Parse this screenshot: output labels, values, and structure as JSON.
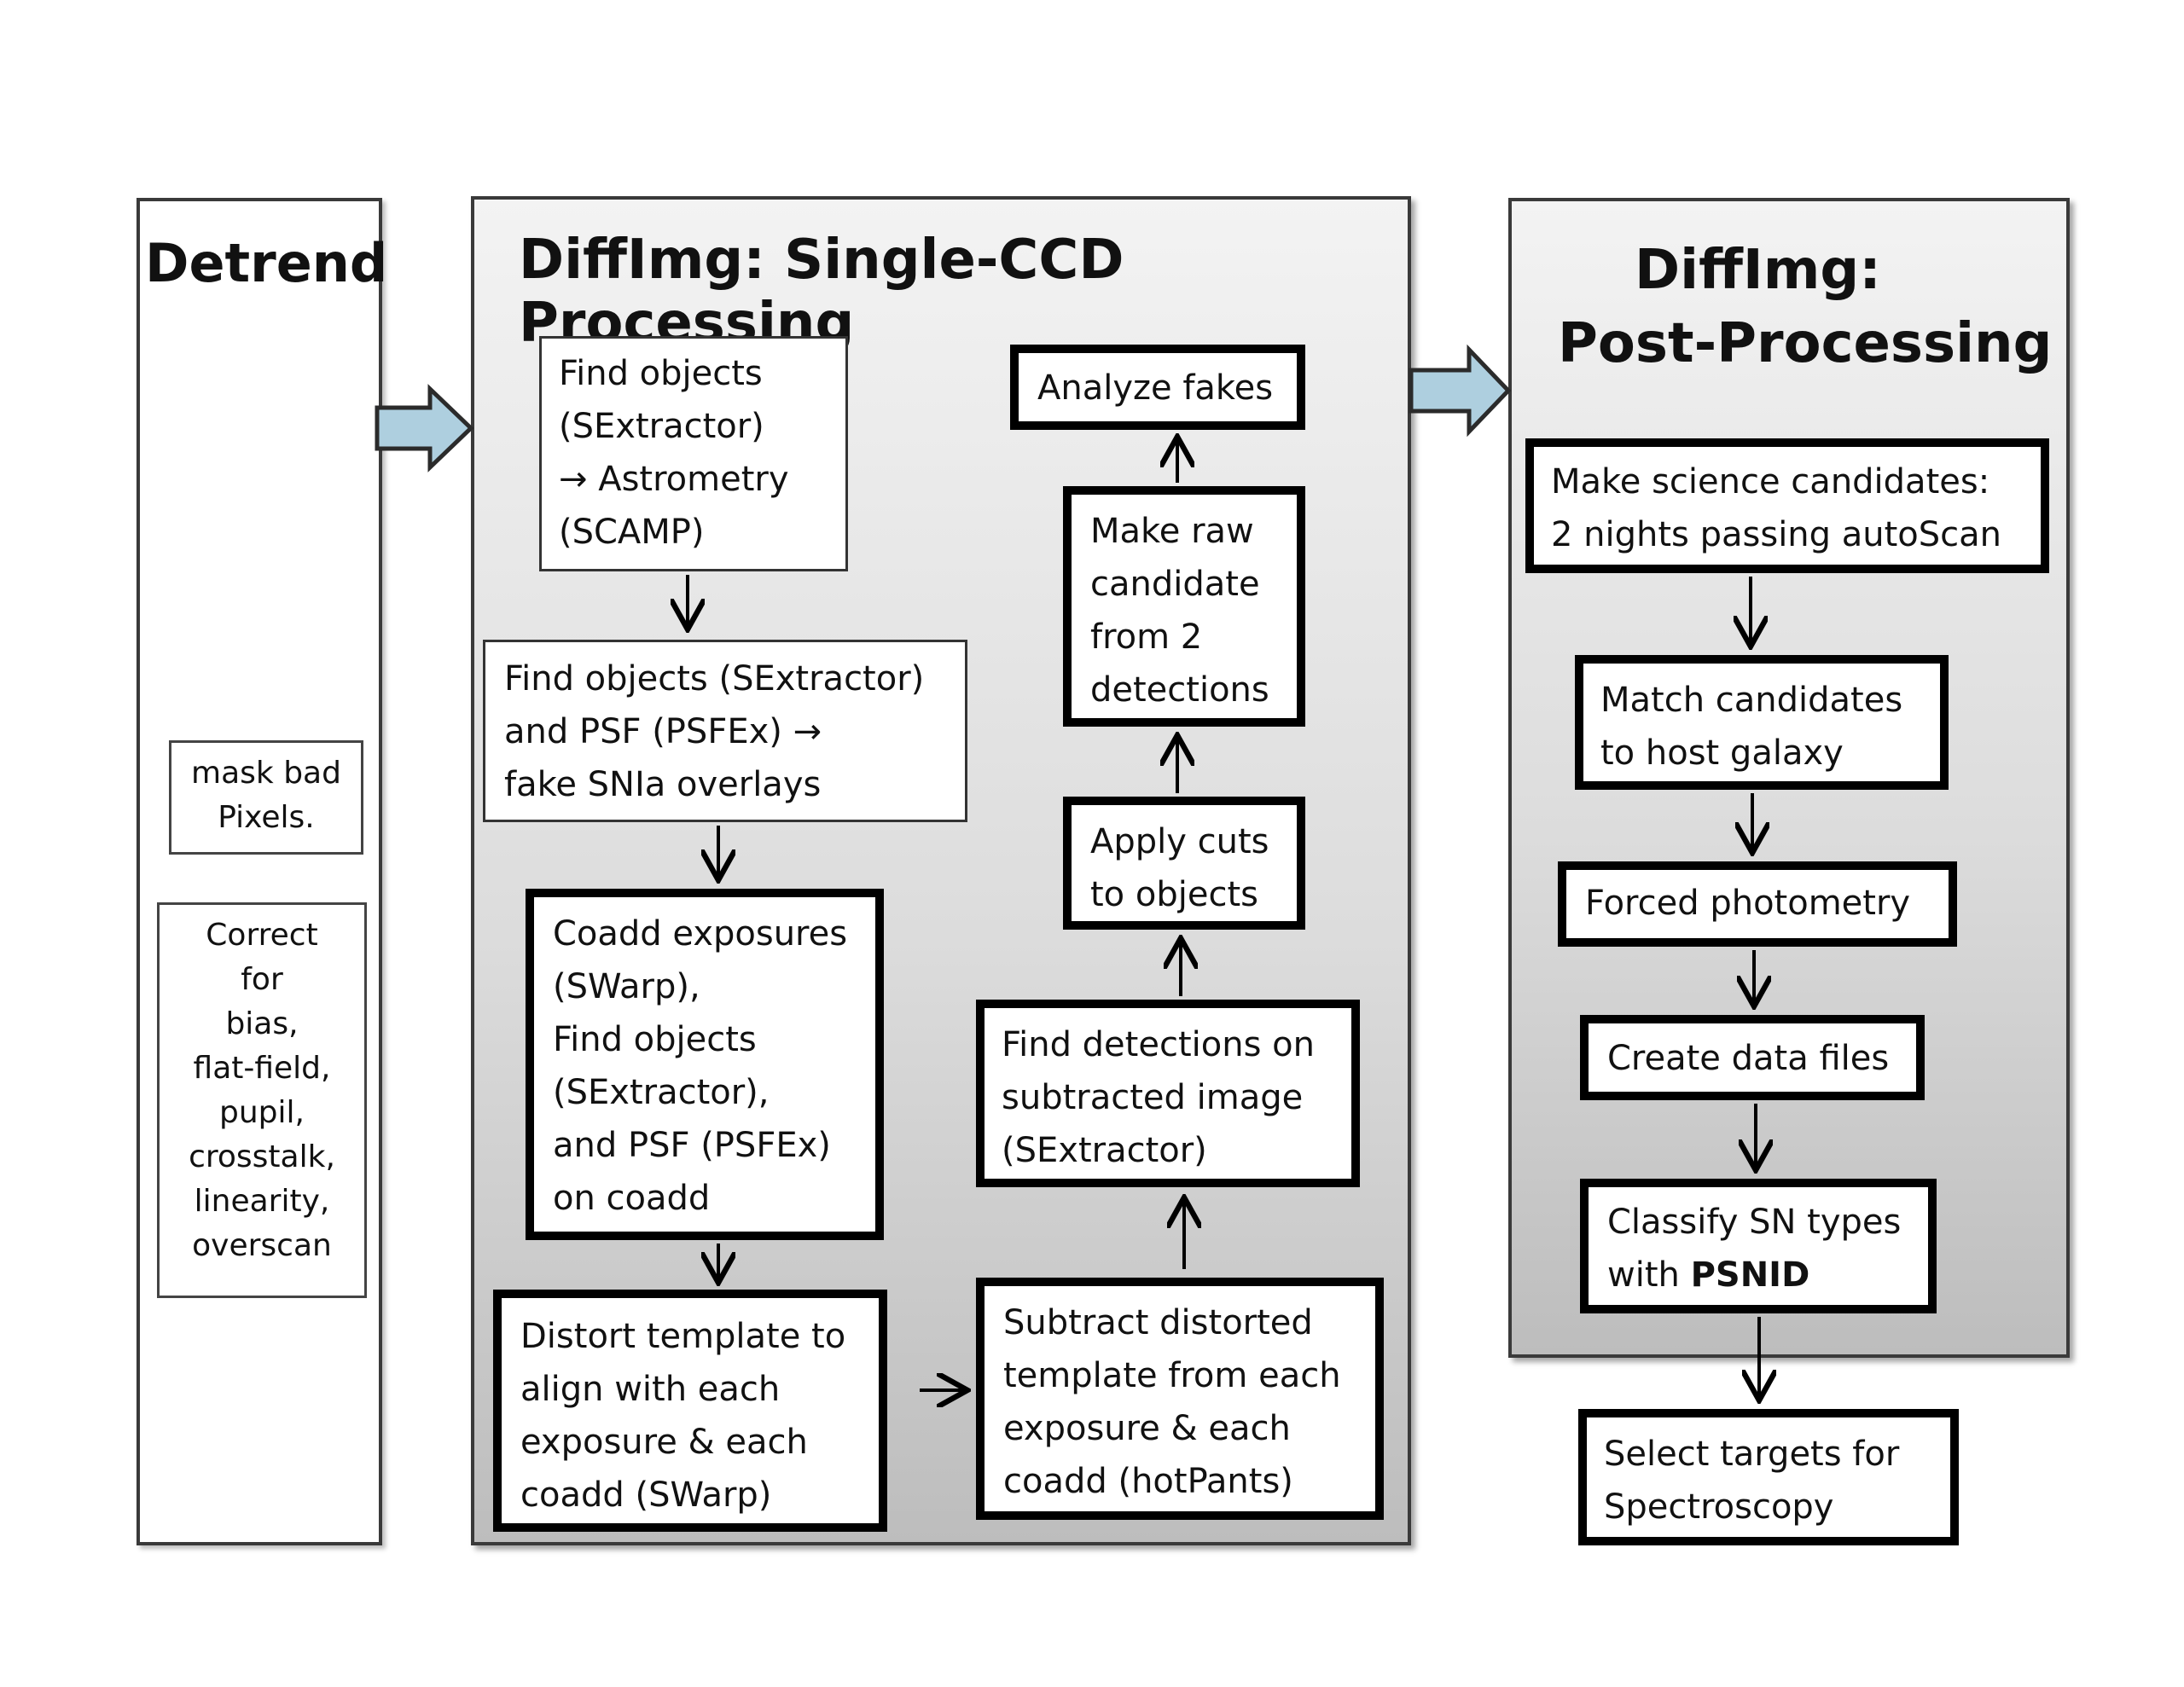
{
  "detrend": {
    "title": "Detrend",
    "mask_box": "mask bad\nPixels.",
    "correct_box": "Correct\nfor\nbias,\nflat-field,\npupil,\ncrosstalk,\nlinearity,\noverscan"
  },
  "single_ccd": {
    "title": "DiffImg: Single-CCD Processing",
    "find_objects_astrometry": "Find objects\n(SExtractor)\n→  Astrometry\n       (SCAMP)",
    "find_objects_psf": "Find objects (SExtractor)\nand PSF (PSFEx) →\nfake SNIa overlays",
    "coadd": "Coadd exposures\n(SWarp),\nFind objects\n(SExtractor),\nand PSF (PSFEx)\non coadd",
    "distort": "Distort template to\nalign with each\nexposure & each\ncoadd (SWarp)",
    "subtract": "Subtract distorted\ntemplate from each\nexposure & each\ncoadd (hotPants)",
    "find_detections": "Find detections on\nsubtracted image\n(SExtractor)",
    "apply_cuts": "Apply cuts\nto objects",
    "make_raw": "Make raw\ncandidate\nfrom 2\ndetections",
    "analyze_fakes": "Analyze fakes"
  },
  "post": {
    "title_line1": "DiffImg:",
    "title_line2": "Post-Processing",
    "make_science": "Make science candidates:\n2 nights passing autoScan",
    "match": "Match candidates\nto host galaxy",
    "forced": "Forced photometry",
    "create": "Create data files",
    "classify_prefix": "Classify SN types\nwith ",
    "classify_bold": "PSNID",
    "select": "Select targets for\nSpectroscopy"
  },
  "colors": {
    "big_arrow_fill": "#aecfdf",
    "big_arrow_stroke": "#2b2b2b",
    "panel_gradient_top": "#f3f3f3",
    "panel_gradient_bottom": "#bdbdbd"
  }
}
